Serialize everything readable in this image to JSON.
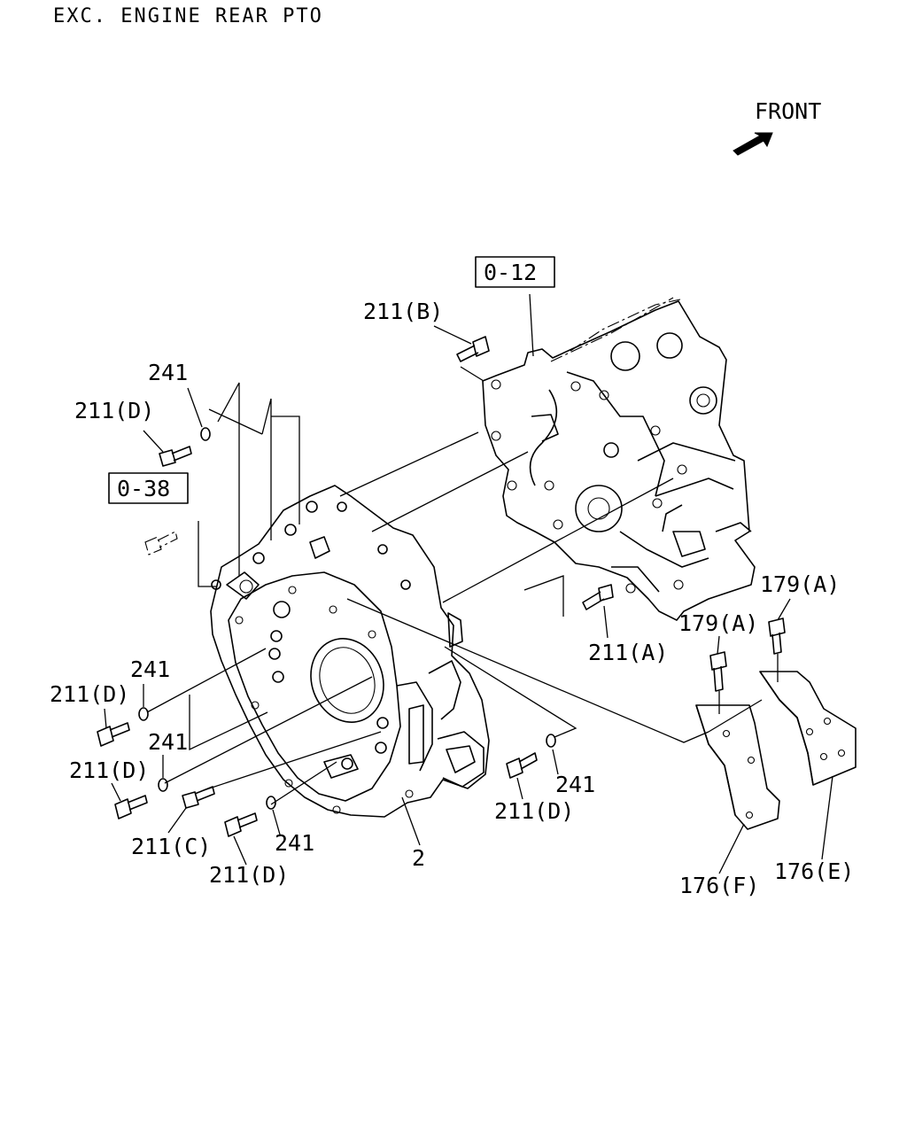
{
  "title": "EXC. ENGINE REAR PTO",
  "direction": {
    "label": "FRONT",
    "icon": "front-arrow-icon"
  },
  "reference_boxes": [
    "0-12",
    "0-38"
  ],
  "callouts": {
    "b211_b": "211(B)",
    "w241_top": "241",
    "b211_d_top": "211(D)",
    "b211_a": "211(A)",
    "b179_a_right": "179(A)",
    "b179_a_left": "179(A)",
    "w241_mid": "241",
    "b211_d_mid": "211(D)",
    "w241_low": "241",
    "b211_d_low": "211(D)",
    "w241_right": "241",
    "b211_d_right": "211(D)",
    "b211_c": "211(C)",
    "w241_bottom": "241",
    "b211_d_bottom": "211(D)",
    "p2": "2",
    "b176_f": "176(F)",
    "b176_e": "176(E)"
  },
  "colors": {
    "ink": "#000000",
    "paper": "#ffffff"
  }
}
